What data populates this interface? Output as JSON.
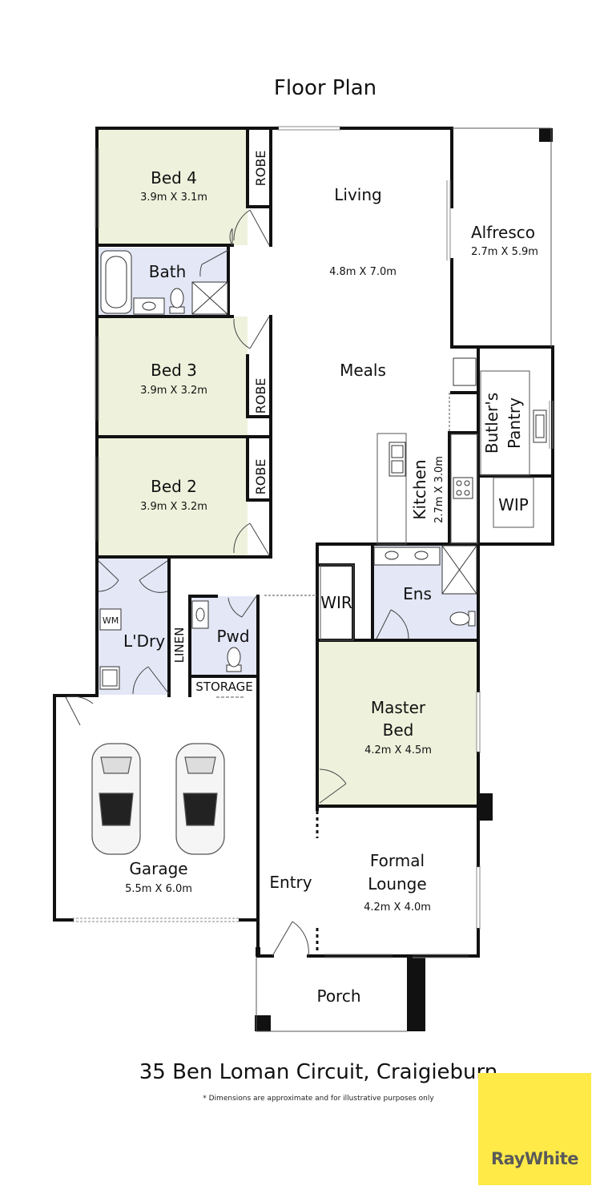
{
  "title": "Floor Plan",
  "address": "35 Ben Loman Circuit, Craigieburn",
  "disclaimer": "* Dimensions are approximate and for illustrative purposes only",
  "brand": {
    "name": "RayWhite",
    "color": "#ffea47"
  },
  "colors": {
    "bedroom_fill": "#eef2dc",
    "wet_area_fill": "#e3e7f6",
    "wall": "#111111"
  },
  "rooms": {
    "bed4": {
      "name": "Bed 4",
      "dims": "3.9m X 3.1m"
    },
    "robe1": {
      "name": "ROBE"
    },
    "bath": {
      "name": "Bath"
    },
    "bed3": {
      "name": "Bed 3",
      "dims": "3.9m X 3.2m"
    },
    "robe2": {
      "name": "ROBE"
    },
    "bed2": {
      "name": "Bed 2",
      "dims": "3.9m X 3.2m"
    },
    "robe3": {
      "name": "ROBE"
    },
    "living": {
      "name": "Living",
      "dims": "4.8m X 7.0m"
    },
    "meals": {
      "name": "Meals"
    },
    "alfresco": {
      "name": "Alfresco",
      "dims": "2.7m X 5.9m"
    },
    "butlers_pantry": {
      "name_line1": "Butler's",
      "name_line2": "Pantry"
    },
    "kitchen": {
      "name": "Kitchen",
      "dims": "2.7m X 3.0m"
    },
    "wip": {
      "name": "WIP"
    },
    "wir": {
      "name": "WIR"
    },
    "ens": {
      "name": "Ens"
    },
    "laundry": {
      "name": "L'Dry",
      "wm": "WM"
    },
    "linen": {
      "name": "LINEN"
    },
    "pwd": {
      "name": "Pwd"
    },
    "storage": {
      "name": "STORAGE"
    },
    "master_bed": {
      "name_line1": "Master",
      "name_line2": "Bed",
      "dims": "4.2m X 4.5m"
    },
    "garage": {
      "name": "Garage",
      "dims": "5.5m X 6.0m"
    },
    "entry": {
      "name": "Entry"
    },
    "formal_lounge": {
      "name_line1": "Formal",
      "name_line2": "Lounge",
      "dims": "4.2m X 4.0m"
    },
    "porch": {
      "name": "Porch"
    }
  }
}
